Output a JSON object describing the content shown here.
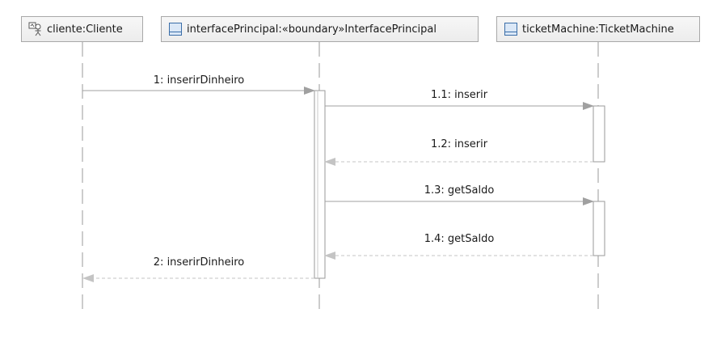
{
  "lifelines": [
    {
      "id": "cliente",
      "label": "cliente:Cliente",
      "icon": "actor-icon"
    },
    {
      "id": "interface",
      "label": "interfacePrincipal:«boundary»InterfacePrincipal",
      "icon": "class-icon"
    },
    {
      "id": "ticket",
      "label": "ticketMachine:TicketMachine",
      "icon": "class-icon"
    }
  ],
  "messages": [
    {
      "label": "1: inserirDinheiro",
      "from": "cliente",
      "to": "interface",
      "kind": "call"
    },
    {
      "label": "1.1: inserir",
      "from": "interface",
      "to": "ticket",
      "kind": "call"
    },
    {
      "label": "1.2: inserir",
      "from": "ticket",
      "to": "interface",
      "kind": "return"
    },
    {
      "label": "1.3: getSaldo",
      "from": "interface",
      "to": "ticket",
      "kind": "call"
    },
    {
      "label": "1.4: getSaldo",
      "from": "ticket",
      "to": "interface",
      "kind": "return"
    },
    {
      "label": "2: inserirDinheiro",
      "from": "interface",
      "to": "cliente",
      "kind": "return"
    }
  ],
  "colors": {
    "line": "#a0a0a0",
    "lifeline": "#9a9a9a",
    "activation_fill": "#ffffff"
  }
}
